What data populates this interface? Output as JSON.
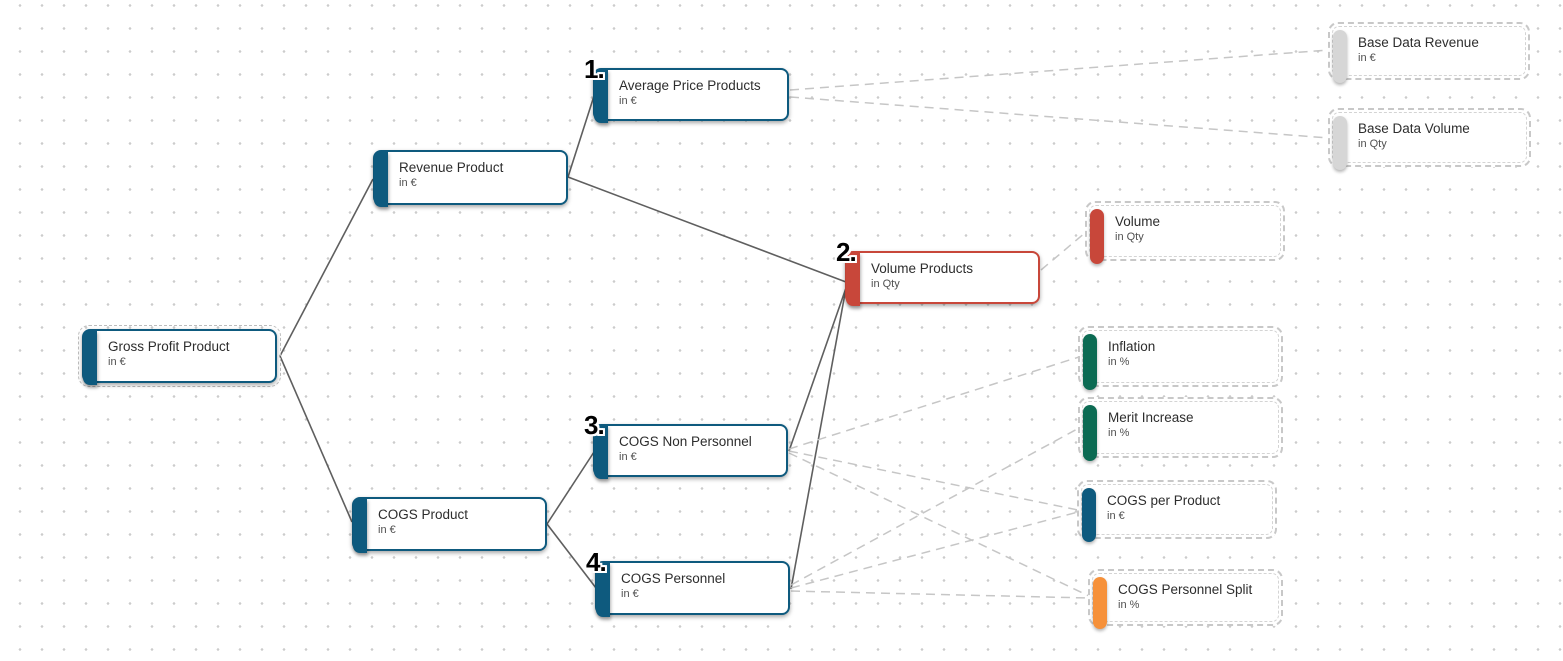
{
  "colors": {
    "blue": "#0e5a7e",
    "red": "#c8473a",
    "green": "#0c6b53",
    "orange": "#f6913a",
    "gray": "#d6d6d6",
    "solid_edge": "#5f5f5f",
    "dashed_edge": "#c6c6c6",
    "grid_dot": "#cccccc"
  },
  "diagram": {
    "nodes": [
      {
        "id": "gross-profit-product",
        "title": "Gross Profit Product",
        "unit": "in €",
        "style": "solid-selected",
        "color": "#0e5a7e"
      },
      {
        "id": "revenue-product",
        "title": "Revenue Product",
        "unit": "in €",
        "style": "solid",
        "color": "#0e5a7e"
      },
      {
        "id": "average-price-products",
        "title": "Average Price Products",
        "unit": "in €",
        "style": "solid",
        "color": "#0e5a7e",
        "badge": "1."
      },
      {
        "id": "volume-products",
        "title": "Volume Products",
        "unit": "in Qty",
        "style": "solid",
        "color": "#c8473a",
        "badge": "2."
      },
      {
        "id": "cogs-product",
        "title": "COGS Product",
        "unit": "in €",
        "style": "solid",
        "color": "#0e5a7e"
      },
      {
        "id": "cogs-non-personnel",
        "title": "COGS Non Personnel",
        "unit": "in €",
        "style": "solid",
        "color": "#0e5a7e",
        "badge": "3."
      },
      {
        "id": "cogs-personnel",
        "title": "COGS Personnel",
        "unit": "in €",
        "style": "solid",
        "color": "#0e5a7e",
        "badge": "4."
      },
      {
        "id": "volume",
        "title": "Volume",
        "unit": "in Qty",
        "style": "dashed",
        "color": "#c8473a"
      },
      {
        "id": "inflation",
        "title": "Inflation",
        "unit": "in %",
        "style": "dashed",
        "color": "#0c6b53"
      },
      {
        "id": "merit-increase",
        "title": "Merit Increase",
        "unit": "in %",
        "style": "dashed",
        "color": "#0c6b53"
      },
      {
        "id": "cogs-per-product",
        "title": "COGS per Product",
        "unit": "in €",
        "style": "dashed",
        "color": "#0e5a7e"
      },
      {
        "id": "cogs-personnel-split",
        "title": "COGS Personnel Split",
        "unit": "in %",
        "style": "dashed",
        "color": "#f6913a"
      },
      {
        "id": "base-data-revenue",
        "title": "Base Data Revenue",
        "unit": "in €",
        "style": "dashed",
        "color": "#d6d6d6"
      },
      {
        "id": "base-data-volume",
        "title": "Base Data Volume",
        "unit": "in Qty",
        "style": "dashed",
        "color": "#d6d6d6"
      }
    ],
    "edges": [
      {
        "from": "gross-profit-product",
        "to": "revenue-product",
        "type": "solid"
      },
      {
        "from": "gross-profit-product",
        "to": "cogs-product",
        "type": "solid"
      },
      {
        "from": "revenue-product",
        "to": "average-price-products",
        "type": "solid"
      },
      {
        "from": "revenue-product",
        "to": "volume-products",
        "type": "solid"
      },
      {
        "from": "cogs-product",
        "to": "cogs-non-personnel",
        "type": "solid"
      },
      {
        "from": "cogs-product",
        "to": "cogs-personnel",
        "type": "solid"
      },
      {
        "from": "volume-products",
        "to": "cogs-non-personnel",
        "type": "solid"
      },
      {
        "from": "volume-products",
        "to": "cogs-personnel",
        "type": "solid"
      },
      {
        "from": "average-price-products",
        "to": "base-data-revenue",
        "type": "dashed"
      },
      {
        "from": "average-price-products",
        "to": "base-data-volume",
        "type": "dashed"
      },
      {
        "from": "volume-products",
        "to": "volume",
        "type": "dashed"
      },
      {
        "from": "cogs-non-personnel",
        "to": "inflation",
        "type": "dashed"
      },
      {
        "from": "cogs-non-personnel",
        "to": "cogs-per-product",
        "type": "dashed"
      },
      {
        "from": "cogs-non-personnel",
        "to": "cogs-personnel-split",
        "type": "dashed"
      },
      {
        "from": "cogs-personnel",
        "to": "merit-increase",
        "type": "dashed"
      },
      {
        "from": "cogs-personnel",
        "to": "cogs-per-product",
        "type": "dashed"
      },
      {
        "from": "cogs-personnel",
        "to": "cogs-personnel-split",
        "type": "dashed"
      }
    ]
  }
}
